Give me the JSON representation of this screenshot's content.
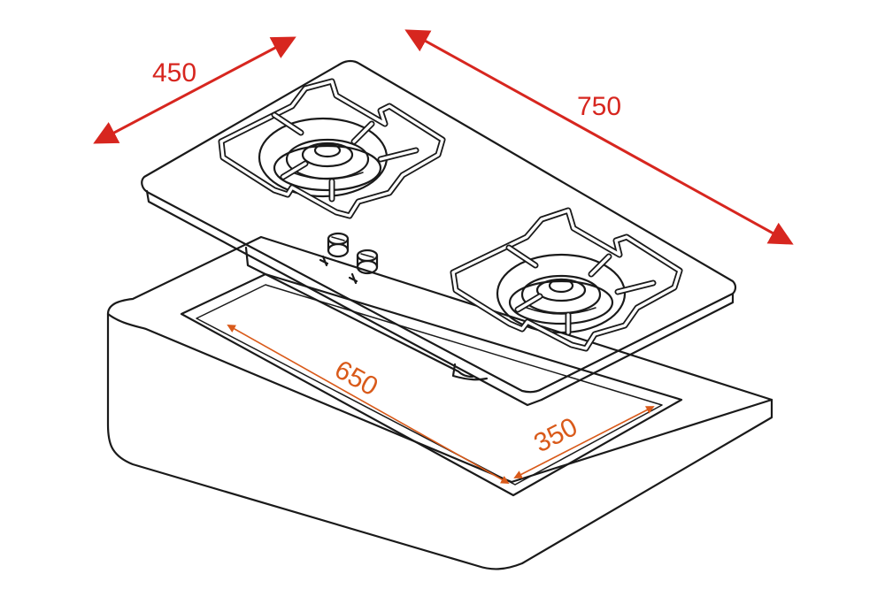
{
  "dimensions": {
    "depth": "450",
    "width": "750",
    "cutout_length": "650",
    "cutout_width": "350"
  },
  "colors": {
    "outer_dimension": "#d7261f",
    "cutout_dimension": "#d95a1a",
    "outline": "#1a1a1a"
  }
}
